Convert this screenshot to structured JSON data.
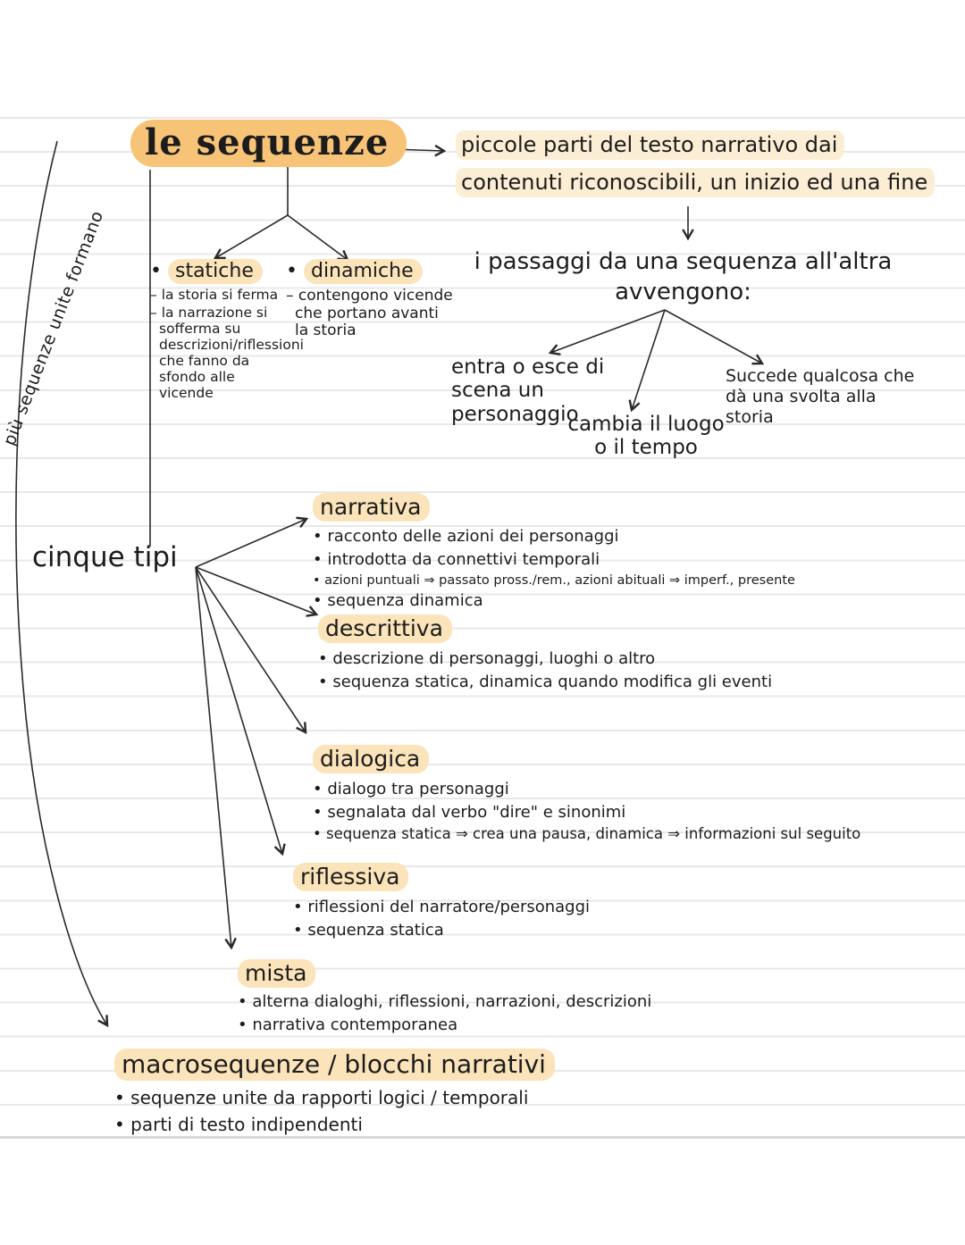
{
  "title": "le sequenze",
  "definition": {
    "line1": "piccole parti del testo narrativo dai",
    "line2": "contenuti riconoscibili, un inizio ed una fine"
  },
  "sequence_kinds": {
    "statiche": {
      "label": "statiche",
      "details": [
        "la storia si ferma",
        "la narrazione si sofferma su descrizioni/riflessioni che fanno da sfondo alle vicende"
      ]
    },
    "dinamiche": {
      "label": "dinamiche",
      "details": [
        "contengono vicende che portano avanti la storia"
      ]
    }
  },
  "transitions": {
    "heading_line1": "i passaggi da una sequenza all'altra",
    "heading_line2": "avvengono:",
    "cases": [
      {
        "text": "entra o esce di scena un personaggio"
      },
      {
        "text": "cambia il luogo o il tempo"
      },
      {
        "text": "Succede qualcosa che dà una svolta alla storia"
      }
    ]
  },
  "side_note": "più sequenze unite formano",
  "five_types": {
    "label": "cinque tipi",
    "types": [
      {
        "name": "narrativa",
        "bullets": [
          "racconto delle azioni dei personaggi",
          "introdotta da connettivi temporali",
          "azioni puntuali ⇒ passato pross./rem., azioni abituali ⇒ imperf., presente",
          "sequenza dinamica"
        ]
      },
      {
        "name": "descrittiva",
        "bullets": [
          "descrizione di personaggi, luoghi o altro",
          "sequenza statica, dinamica quando modifica gli eventi"
        ]
      },
      {
        "name": "dialogica",
        "bullets": [
          "dialogo tra personaggi",
          "segnalata dal verbo \"dire\" e sinonimi",
          "sequenza statica ⇒ crea una pausa, dinamica ⇒ informazioni sul seguito"
        ]
      },
      {
        "name": "riflessiva",
        "bullets": [
          "riflessioni del narratore/personaggi",
          "sequenza statica"
        ]
      },
      {
        "name": "mista",
        "bullets": [
          "alterna dialoghi, riflessioni, narrazioni, descrizioni",
          "narrativa contemporanea"
        ]
      }
    ]
  },
  "macrosequences": {
    "label": "macrosequenze / blocchi narrativi",
    "bullets": [
      "sequenze unite da rapporti logici / temporali",
      "parti di testo indipendenti"
    ]
  },
  "colors": {
    "highlight_strong": "#f7c477",
    "highlight_soft": "#fbe3ba",
    "highlight_faint": "#fceed4",
    "ink": "#1c1c1c",
    "ruled_line": "#e8e8e8"
  }
}
